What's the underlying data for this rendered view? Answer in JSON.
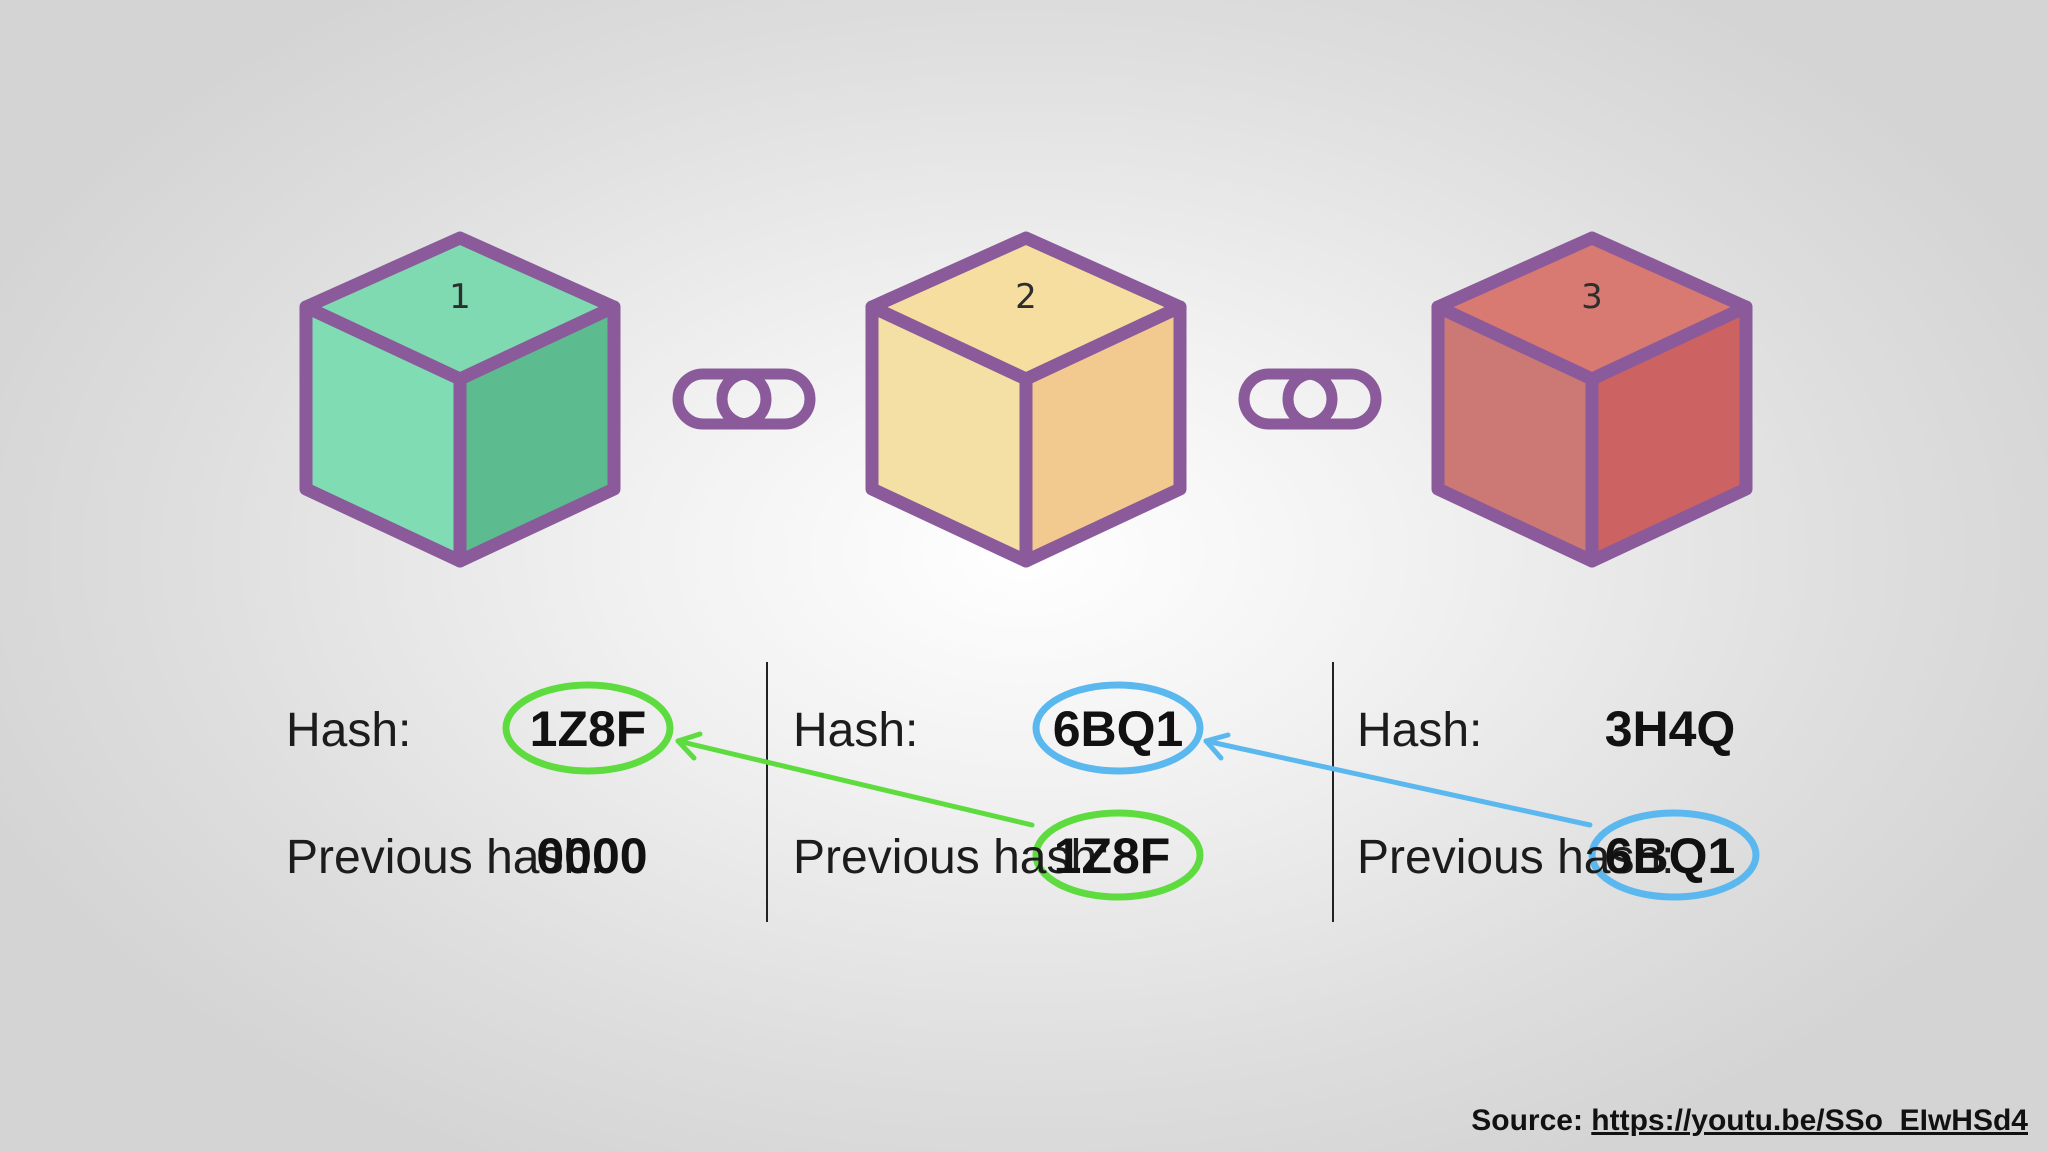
{
  "blocks": [
    {
      "number": "1",
      "hash_label": "Hash:",
      "hash": "1Z8F",
      "prev_label": "Previous hash:",
      "prev_hash": "0000",
      "colors": {
        "top": "#7fd9b1",
        "left": "#7fdcb3",
        "right": "#5cbb8f"
      }
    },
    {
      "number": "2",
      "hash_label": "Hash:",
      "hash": "6BQ1",
      "prev_label": "Previous hash:",
      "prev_hash": "1Z8F",
      "colors": {
        "top": "#f5dea0",
        "left": "#f4dfa5",
        "right": "#f2c98e"
      }
    },
    {
      "number": "3",
      "hash_label": "Hash:",
      "hash": "3H4Q",
      "prev_label": "Previous hash:",
      "prev_hash": "6BQ1",
      "colors": {
        "top": "#d87a72",
        "left": "#cc7875",
        "right": "#cc6262"
      }
    }
  ],
  "colors": {
    "outline": "#8a5a9a",
    "link_green": "#5edc3f",
    "link_blue": "#5ab8ef",
    "divider": "#222222"
  },
  "source": {
    "label": "Source:",
    "url": "https://youtu.be/SSo_EIwHSd4"
  }
}
